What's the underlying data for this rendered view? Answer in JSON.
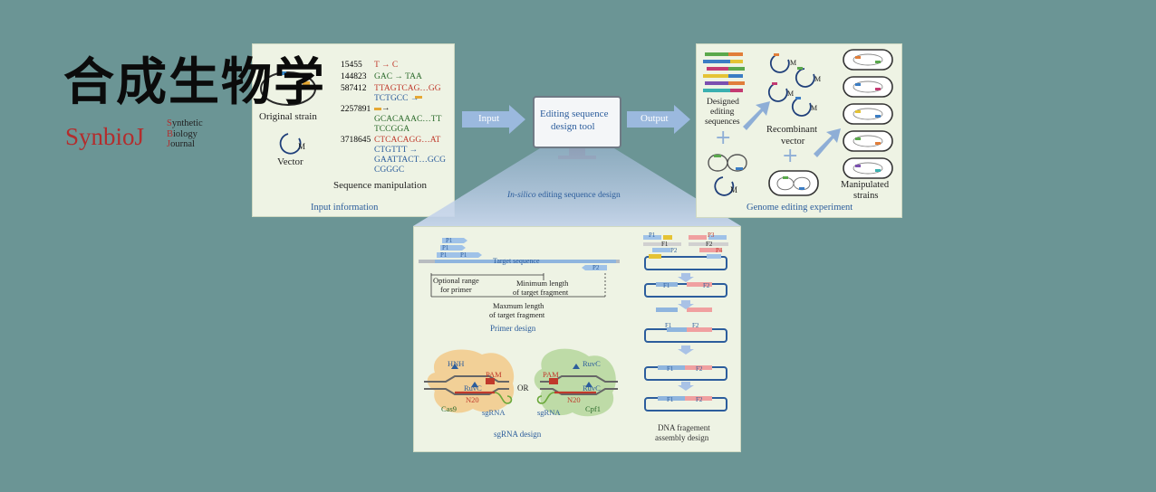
{
  "logo": {
    "cn": "合成生物学",
    "en": "SynbioJ",
    "sub_lines": [
      {
        "initial": "S",
        "rest": "ynthetic"
      },
      {
        "initial": "B",
        "rest": "iology"
      },
      {
        "initial": "J",
        "rest": "ournal"
      }
    ]
  },
  "input_panel": {
    "original_strain": "Original strain",
    "vector": "Vector",
    "vector_mark": "M",
    "sequence_manipulation": "Sequence manipulation",
    "caption": "Input information",
    "edits": [
      {
        "pos": "15455",
        "text": "T → C"
      },
      {
        "pos": "144823",
        "text": "GAC → TAA"
      },
      {
        "pos": "587412",
        "text": "TTAGTCAG…GG"
      },
      {
        "pos": "",
        "text": "TCTGCC →"
      },
      {
        "pos": "2257891",
        "text": "→"
      },
      {
        "pos": "",
        "text": "GCACAAAC…TT"
      },
      {
        "pos": "",
        "text": "TCCGGA"
      },
      {
        "pos": "3718645",
        "text": "CTCACAGG…AT"
      },
      {
        "pos": "",
        "text": "CTGTTT →"
      },
      {
        "pos": "",
        "text": "GAATTACT…GCG"
      },
      {
        "pos": "",
        "text": "CGGGC"
      }
    ]
  },
  "flow": {
    "input_label": "Input",
    "output_label": "Output",
    "tool_label_1": "Editing sequence",
    "tool_label_2": "design tool",
    "insilico_italic": "In-silico",
    "insilico_rest": " editing sequence design"
  },
  "experiment_panel": {
    "designed_1": "Designed",
    "designed_2": "editing",
    "designed_3": "sequences",
    "recombinant_1": "Recombinant",
    "recombinant_2": "vector",
    "manipulated_1": "Manipulated",
    "manipulated_2": "strains",
    "plus": "+",
    "vector_mark": "M",
    "caption": "Genome editing experiment"
  },
  "primer_design": {
    "p1": "P1",
    "p2": "P2",
    "target_sequence": "Target sequence",
    "optional_1": "Optional range",
    "optional_2": "for primer",
    "minimum_1": "Minimum length",
    "minimum_2": "of target fragment",
    "maximum_1": "Maxmum length",
    "maximum_2": "of target fragment",
    "caption": "Primer design"
  },
  "sgrna_design": {
    "hnh": "HNH",
    "pam": "PAM",
    "ruvc": "RuvC",
    "n20": "N20",
    "cas9": "Cas9",
    "sgrna": "sgRNA",
    "or": "OR",
    "cpf1": "Cpf1",
    "caption": "sgRNA design"
  },
  "assembly_design": {
    "p1": "P1",
    "p2": "P2",
    "p3": "P3",
    "p4": "P4",
    "f1": "F1",
    "f2": "F2",
    "caption_1": "DNA fragement",
    "caption_2": "assembly design"
  },
  "colors": {
    "background": "#6b9595",
    "panel": "#eef3e4",
    "arrow": "#8eaed6",
    "caption_blue": "#2c5d9c",
    "logo_red": "#b32d2d"
  }
}
